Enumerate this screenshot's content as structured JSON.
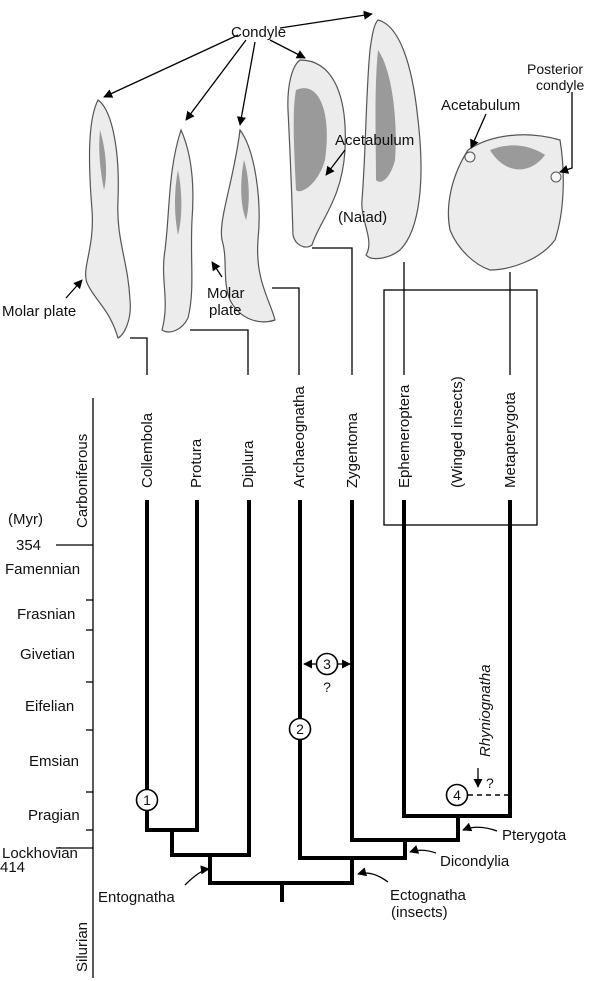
{
  "top_labels": {
    "condyle": "Condyle",
    "posterior_condyle_1": "Posterior",
    "posterior_condyle_2": "condyle",
    "acetabulum_1": "Acetabulum",
    "acetabulum_2": "Acetabulum",
    "naiad": "(Naiad)",
    "molar_plate_1": "Molar plate",
    "molar_plate_2a": "Molar",
    "molar_plate_2b": "plate"
  },
  "taxa": [
    "Collembola",
    "Protura",
    "Diplura",
    "Archaeognatha",
    "Zygentoma",
    "Ephemeroptera",
    "(Winged insects)",
    "Metapterygota"
  ],
  "timescale": {
    "period_upper": "Carboniferous",
    "period_lower": "Silurian",
    "unit": "(Myr)",
    "age_top": "354",
    "age_bottom": "414",
    "stages": [
      "Famennian",
      "Frasnian",
      "Givetian",
      "Eifelian",
      "Emsian",
      "Pragian",
      "Lockhovian"
    ]
  },
  "nodes": {
    "n1": "1",
    "n2": "2",
    "n3": "3",
    "n3_q": "?",
    "n4": "4",
    "n4_q": "?",
    "rhyniognatha": "Rhyniognatha"
  },
  "clades": {
    "entognatha": "Entognatha",
    "ectognatha_1": "Ectognatha",
    "ectognatha_2": "(insects)",
    "dicondylia": "Dicondylia",
    "pterygota": "Pterygota"
  }
}
